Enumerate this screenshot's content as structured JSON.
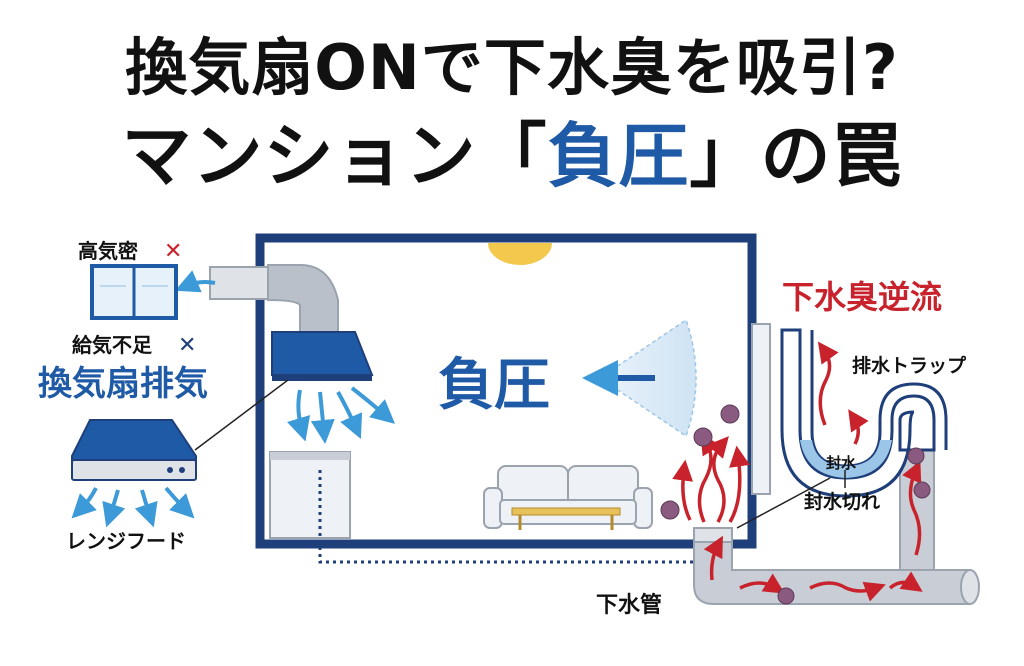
{
  "title": {
    "line1": "換気扇ONで下水臭を吸引?",
    "line2_pre": "マンション「",
    "line2_highlight": "負圧",
    "line2_post": "」の罠"
  },
  "labels": {
    "high_airtight": "高気密",
    "cross_mark": "✕",
    "supply_shortage": "給気不足",
    "fan_exhaust": "換気扇排気",
    "range_hood": "レンジフード",
    "negative_pressure": "負圧",
    "sewage_backflow": "下水臭逆流",
    "drain_trap": "排水トラップ",
    "seal_water": "封水",
    "seal_break": "封水切れ",
    "sewer_pipe": "下水管"
  },
  "colors": {
    "navy": "#1f3f7a",
    "blue": "#1f5aa6",
    "light_blue": "#3d9ad8",
    "red": "#c8232c",
    "pipe_gray": "#c9ced6",
    "duct_gray": "#b9c0c9",
    "light_fill": "#eef1f5",
    "sun": "#f2c94c"
  }
}
